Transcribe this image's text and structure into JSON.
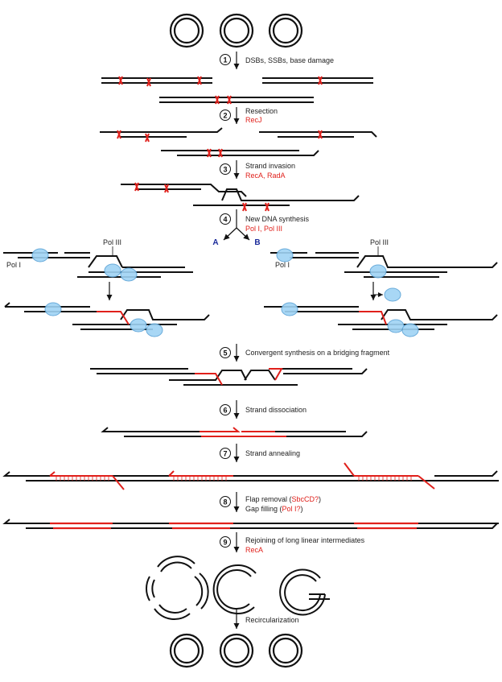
{
  "colors": {
    "dna": "#111111",
    "new_dna": "#e0201b",
    "enzyme": "#9fd3f5",
    "branch_label": "#1a2a9a"
  },
  "steps": [
    {
      "number": "1",
      "label": "DSBs, SSBs, base damage",
      "enzymes": ""
    },
    {
      "number": "2",
      "label": "Resection",
      "enzymes": "RecJ"
    },
    {
      "number": "3",
      "label": "Strand invasion",
      "enzymes": "RecA, RadA"
    },
    {
      "number": "4",
      "label": "New DNA synthesis",
      "enzymes": "Pol I, Pol III"
    },
    {
      "number": "5",
      "label": "Convergent synthesis on a bridging fragment",
      "enzymes": ""
    },
    {
      "number": "6",
      "label": "Strand dissociation",
      "enzymes": ""
    },
    {
      "number": "7",
      "label": "Strand annealing",
      "enzymes": ""
    },
    {
      "number": "8",
      "label": "Flap removal (",
      "enzymes": "SbcCD?",
      "label_close": ")"
    },
    {
      "number": "9",
      "label": "Rejoining of long linear intermediates",
      "enzymes": "RecA"
    }
  ],
  "step8_extra": {
    "label": "Gap filling (",
    "enzymes": "Pol I?",
    "label_close": ")"
  },
  "final_step": {
    "label": "Recircularization"
  },
  "branches": {
    "a": "A",
    "b": "B"
  },
  "polymerases": {
    "pol1": "Pol I",
    "pol3": "Pol III"
  }
}
